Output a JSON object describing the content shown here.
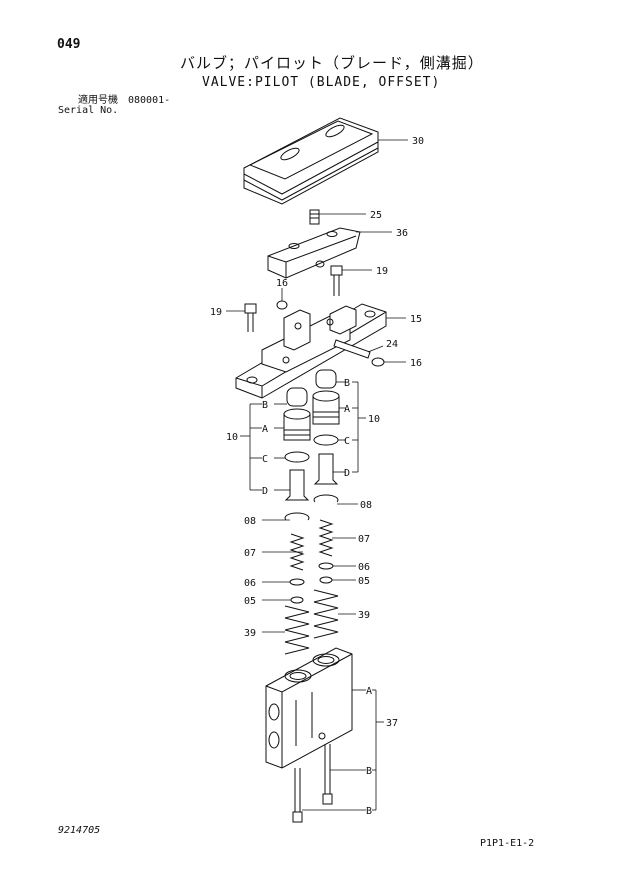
{
  "page_number": "049",
  "title_jp": "バルブ；パイロット（ブレード，側溝掘）",
  "title_en": "VALVE:PILOT (BLADE, OFFSET)",
  "serial": {
    "label_jp": "適用号機",
    "value": "080001-",
    "label_en": "Serial No."
  },
  "callouts": {
    "c30": "30",
    "c25": "25",
    "c36": "36",
    "c16a": "16",
    "c19a": "19",
    "c19b": "19",
    "c15": "15",
    "c24": "24",
    "c16b": "16",
    "c10l": "10",
    "c10r": "10",
    "c08l": "08",
    "c08r": "08",
    "c07l": "07",
    "c07r": "07",
    "c06l": "06",
    "c06r": "06",
    "c05l": "05",
    "c05r": "05",
    "c39l": "39",
    "c39r": "39",
    "c37": "37",
    "ref_a1": "A",
    "ref_a2": "A",
    "ref_a3": "A",
    "ref_b1": "B",
    "ref_b2": "B",
    "ref_b3": "B",
    "ref_b4": "B",
    "ref_c1": "C",
    "ref_c2": "C",
    "ref_d1": "D",
    "ref_d2": "D"
  },
  "footer": {
    "left": "9214705",
    "right": "P1P1-E1-2"
  }
}
